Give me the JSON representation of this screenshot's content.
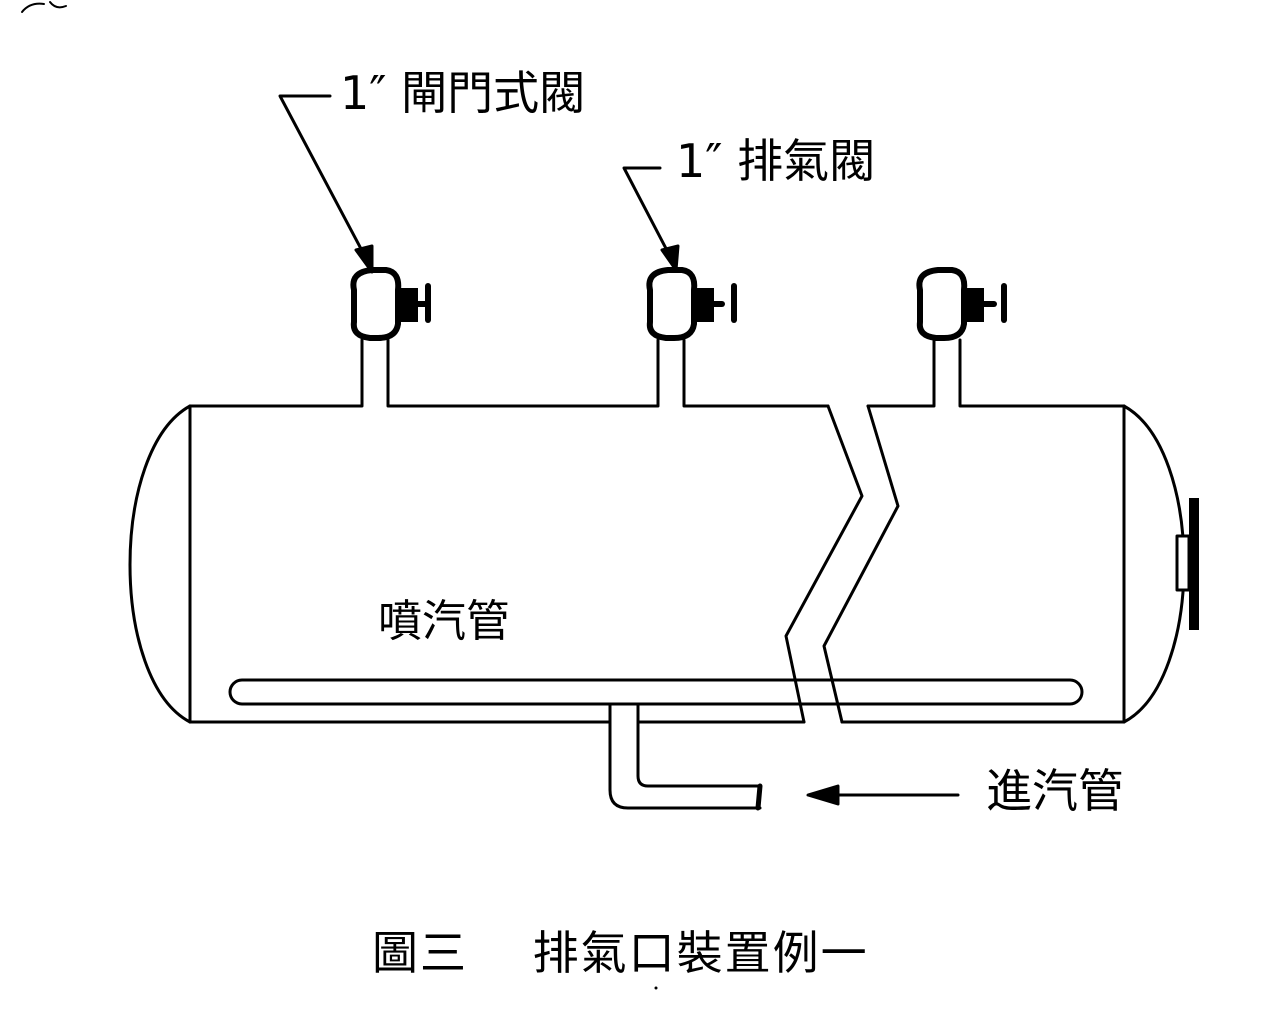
{
  "labels": {
    "gate_valve": "1″ 閘門式閥",
    "vent_valve": "1″ 排氣閥",
    "spray_pipe": "噴汽管",
    "inlet_pipe": "進汽管"
  },
  "caption": "圖三　 排氣口裝置例一",
  "colors": {
    "line": "#000000",
    "background": "#ffffff"
  }
}
